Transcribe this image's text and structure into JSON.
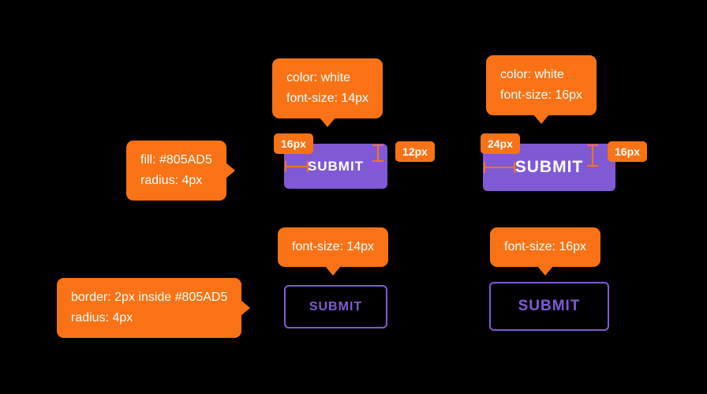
{
  "colors": {
    "background": "#000000",
    "annotation_orange": "#F97316",
    "button_purple": "#805AD5",
    "text_white": "#FFFFFF"
  },
  "callouts": {
    "filled_small_text_spec": {
      "line1": "color: white",
      "line2": "font-size: 14px"
    },
    "filled_large_text_spec": {
      "line1": "color: white",
      "line2": "font-size: 16px"
    },
    "fill_spec": {
      "line1": "fill: #805AD5",
      "line2": "radius: 4px"
    },
    "outline_small_text_spec": {
      "line1": "font-size: 14px"
    },
    "outline_large_text_spec": {
      "line1": "font-size: 16px"
    },
    "border_spec": {
      "line1": "border: 2px inside #805AD5",
      "line2": "radius: 4px"
    }
  },
  "buttons": {
    "filled_small": {
      "label": "SUBMIT"
    },
    "filled_large": {
      "label": "SUBMIT"
    },
    "outline_small": {
      "label": "SUBMIT"
    },
    "outline_large": {
      "label": "SUBMIT"
    }
  },
  "measurements": {
    "filled_small_left_padding": "16px",
    "filled_small_top_padding": "12px",
    "filled_large_left_padding": "24px",
    "filled_large_top_padding": "16px"
  }
}
